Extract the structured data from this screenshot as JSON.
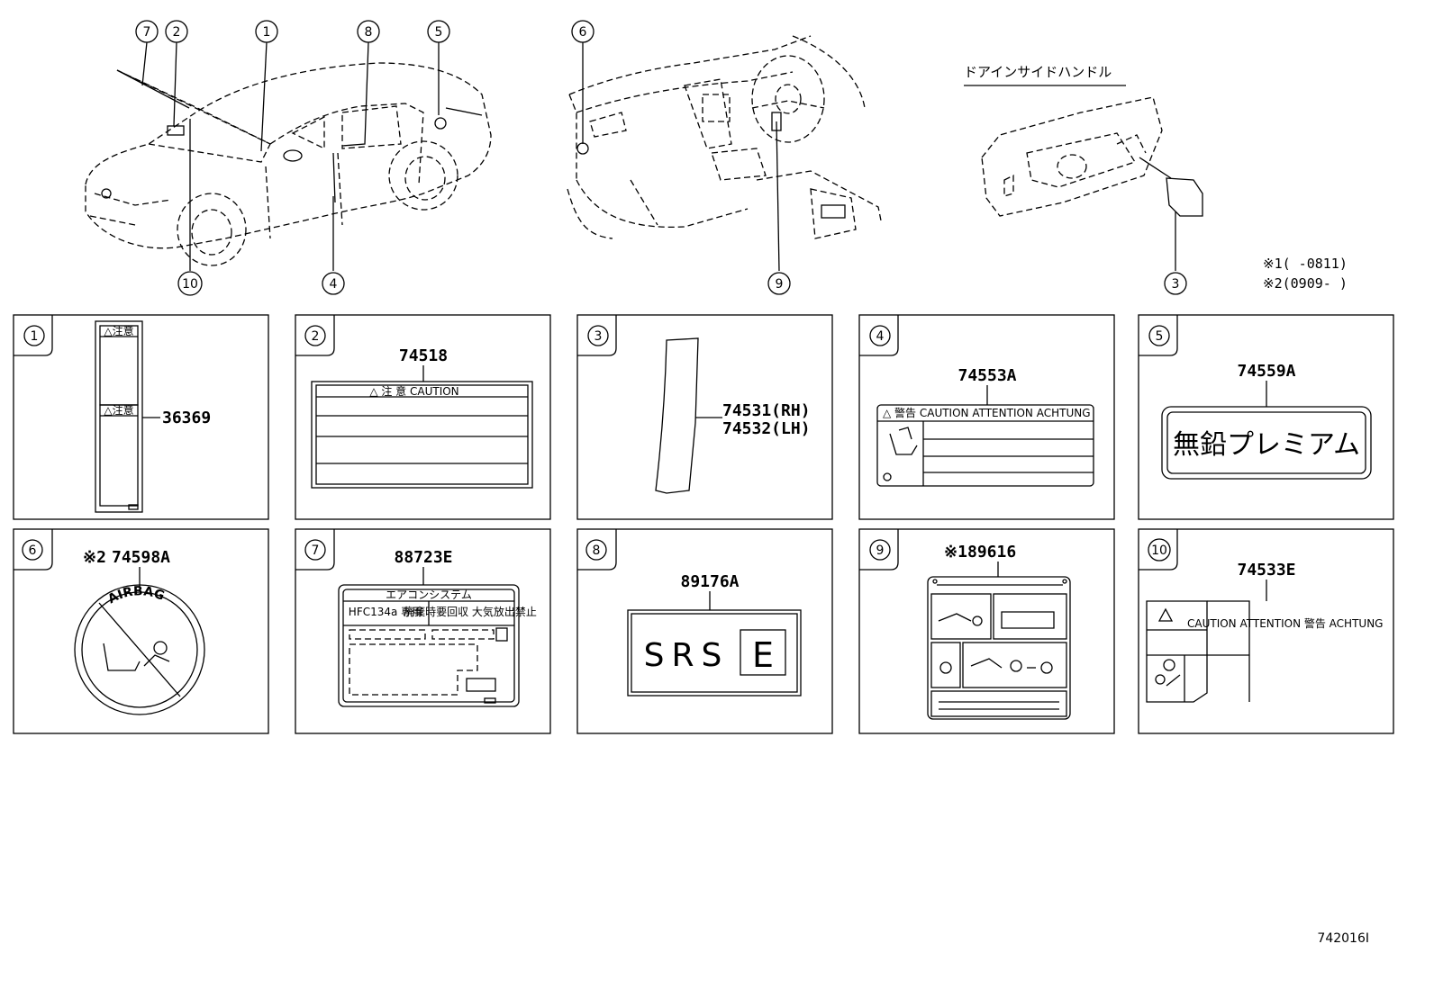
{
  "header": {
    "door_handle_title": "ドアインサイドハンドル",
    "note_1": "※1(     -0811)",
    "note_2": "※2(0909-      )"
  },
  "callouts": {
    "c1": "1",
    "c2": "2",
    "c3": "3",
    "c4": "4",
    "c5": "5",
    "c6": "6",
    "c7": "7",
    "c8": "8",
    "c9": "9",
    "c10": "10"
  },
  "panels": [
    {
      "num": "1",
      "part": "36369",
      "label_a": "△注意",
      "label_b": "△注意"
    },
    {
      "num": "2",
      "part": "74518",
      "label": "△  注  意    CAUTION"
    },
    {
      "num": "3",
      "part_rh": "74531(RH)",
      "part_lh": "74532(LH)"
    },
    {
      "num": "4",
      "part": "74553A",
      "label": "△ 警告 CAUTION ATTENTION ACHTUNG"
    },
    {
      "num": "5",
      "part": "74559A",
      "label": "無鉛プレミアム"
    },
    {
      "num": "6",
      "part": "74598A",
      "prefix": "※2",
      "label": "AIRBAG"
    },
    {
      "num": "7",
      "part": "88723E",
      "title": "エアコンシステム",
      "cell_a": "HFC134a 専用",
      "cell_b": "廃棄時要回収 大気放出禁止"
    },
    {
      "num": "8",
      "part": "89176A",
      "label": "SRS",
      "box": "E"
    },
    {
      "num": "9",
      "part": "89616",
      "prefix": "※1"
    },
    {
      "num": "10",
      "part": "74533E",
      "label": "CAUTION ATTENTION 警告 ACHTUNG"
    }
  ],
  "footer": {
    "diagram_id": "742016I"
  }
}
